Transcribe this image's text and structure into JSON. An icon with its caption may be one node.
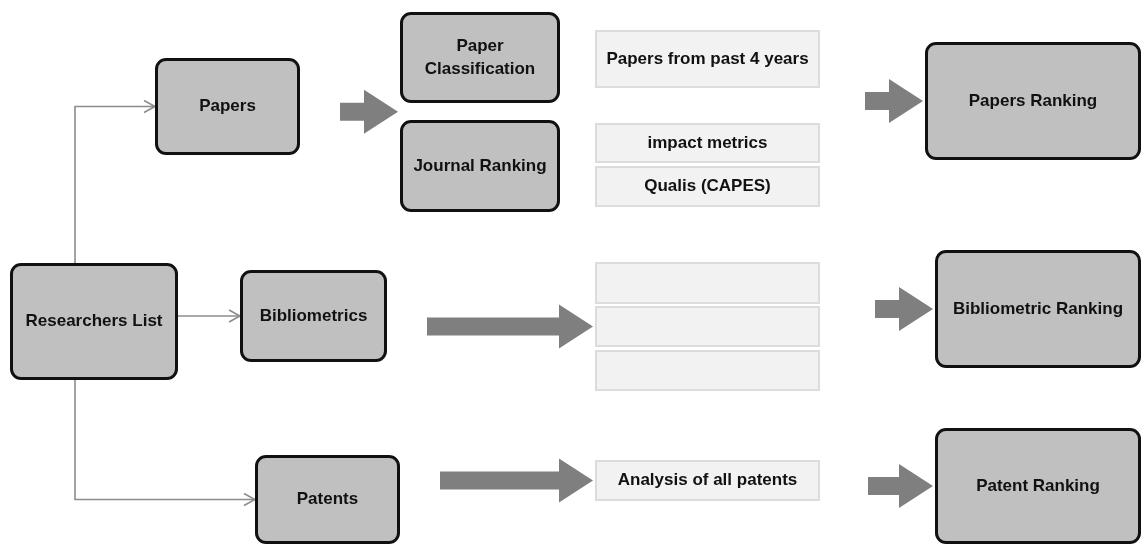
{
  "diagram": {
    "nodes": [
      {
        "text": [
          "Researchers List"
        ]
      },
      {
        "text": [
          "Papers"
        ]
      },
      {
        "text": [
          "Bibliometrics"
        ]
      },
      {
        "text": [
          "Patents"
        ]
      },
      {
        "text": [
          "Paper Classification"
        ]
      },
      {
        "text": [
          "Papers from past 4 years"
        ]
      },
      {
        "text": [
          "Journal Ranking"
        ]
      },
      {
        "text": [
          "impact metrics"
        ]
      },
      {
        "text": [
          "Qualis (CAPES)"
        ]
      },
      {
        "text": [],
        "shape": "box"
      },
      {
        "text": [],
        "shape": "box"
      },
      {
        "text": [],
        "shape": "box"
      },
      {
        "text": [
          "Analysis of all patents"
        ]
      },
      {
        "text": [
          "Papers Ranking"
        ]
      },
      {
        "text": [
          "Bibliometric Ranking"
        ]
      },
      {
        "text": [
          "Patent Ranking"
        ]
      }
    ],
    "edges": [
      {
        "from": 0,
        "to": 1,
        "arrow": "to"
      },
      {
        "from": 0,
        "to": 2,
        "arrow": "to"
      },
      {
        "from": 0,
        "to": 3,
        "arrow": "to"
      },
      {
        "from": 1,
        "to": 4,
        "arrow": "to",
        "style": "thick"
      },
      {
        "from": 1,
        "to": 6,
        "arrow": "to",
        "style": "thick"
      },
      {
        "from": null,
        "to": 13,
        "arrow": "to",
        "style": "thick"
      },
      {
        "from": 2,
        "to": 10,
        "arrow": "to",
        "style": "thick"
      },
      {
        "from": null,
        "to": 14,
        "arrow": "to",
        "style": "thick"
      },
      {
        "from": 3,
        "to": 12,
        "arrow": "to",
        "style": "thick"
      },
      {
        "from": 12,
        "to": 15,
        "arrow": "to",
        "style": "thick"
      }
    ]
  }
}
